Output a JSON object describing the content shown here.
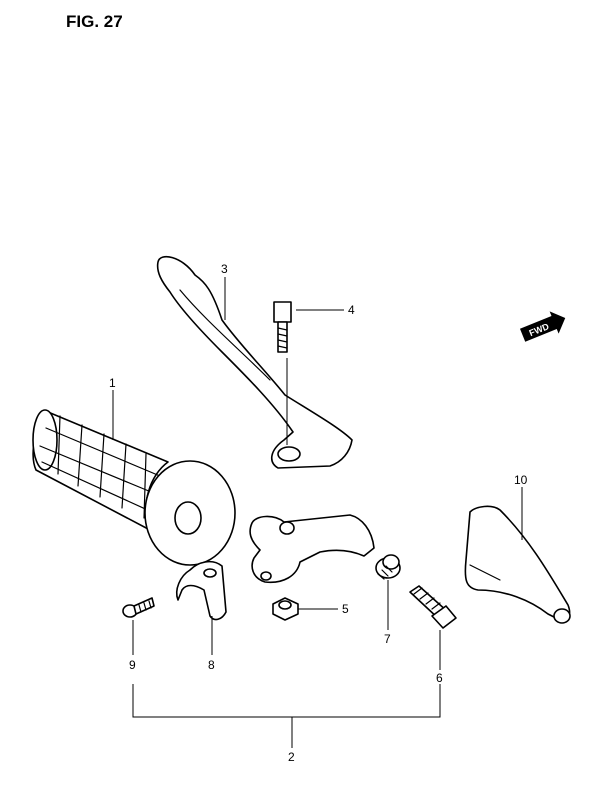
{
  "figure": {
    "title": "FIG. 27"
  },
  "direction_marker": {
    "text": "FWD"
  },
  "callouts": [
    {
      "id": "1",
      "text": "1"
    },
    {
      "id": "2",
      "text": "2"
    },
    {
      "id": "3",
      "text": "3"
    },
    {
      "id": "4",
      "text": "4"
    },
    {
      "id": "5",
      "text": "5"
    },
    {
      "id": "6",
      "text": "6"
    },
    {
      "id": "7",
      "text": "7"
    },
    {
      "id": "8",
      "text": "8"
    },
    {
      "id": "9",
      "text": "9"
    },
    {
      "id": "10",
      "text": "10"
    }
  ]
}
